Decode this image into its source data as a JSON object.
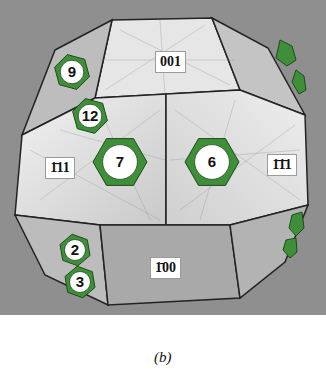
{
  "diagram": {
    "caption": "(b)",
    "nodes": [
      {
        "text": [
          "001"
        ]
      },
      {
        "text": [
          "9"
        ]
      },
      {
        "text": [
          "12"
        ]
      },
      {
        "text": [
          "1̄11"
        ]
      },
      {
        "text": [
          "7"
        ]
      },
      {
        "text": [
          "6"
        ]
      },
      {
        "text": [
          "1̄1̄1"
        ]
      },
      {
        "text": [
          "2"
        ]
      },
      {
        "text": [
          "3"
        ]
      },
      {
        "text": [
          "1̄00"
        ]
      }
    ]
  }
}
